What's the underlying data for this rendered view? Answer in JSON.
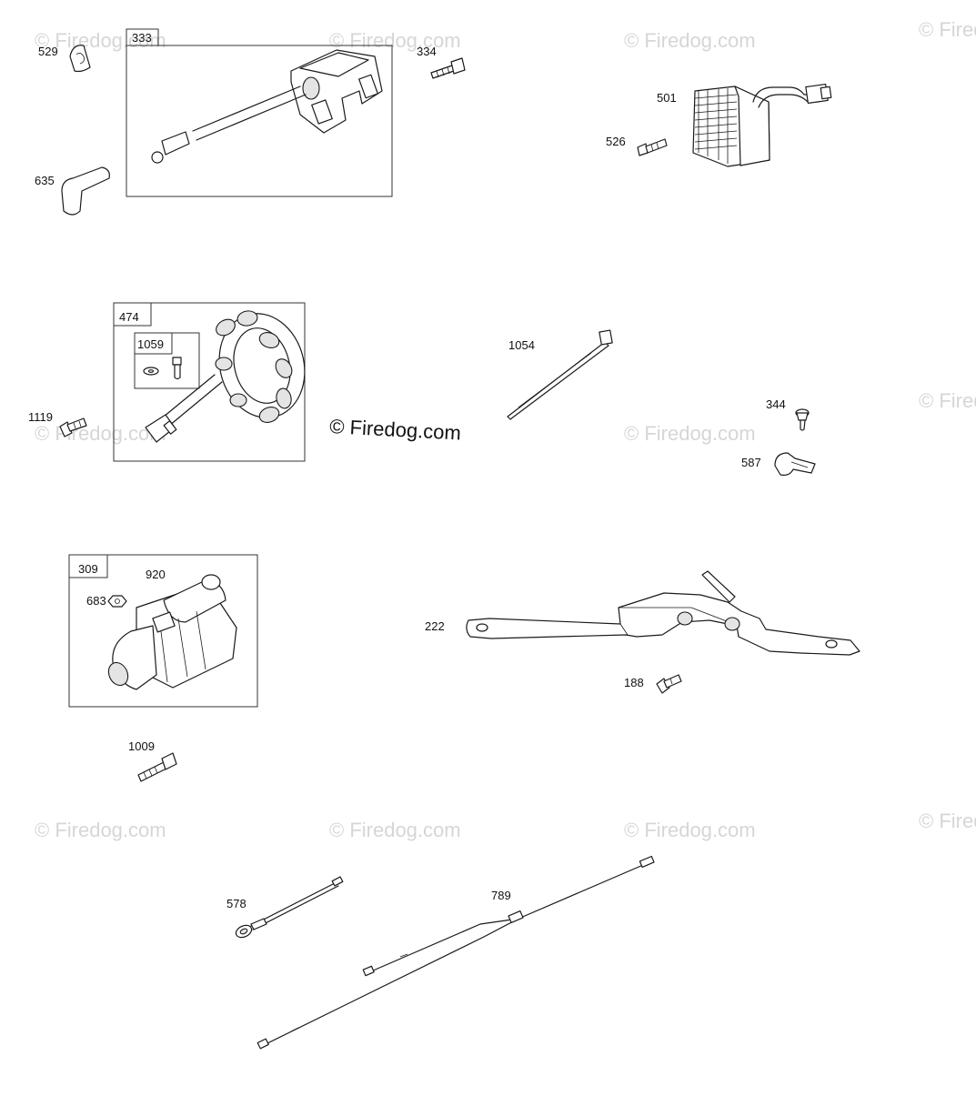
{
  "watermark": {
    "text": "© Firedog.com",
    "center_text": "© Firedog.com"
  },
  "parts": {
    "p333": "333",
    "p529": "529",
    "p334": "334",
    "p635": "635",
    "p501": "501",
    "p526": "526",
    "p474": "474",
    "p1059": "1059",
    "p1119": "1119",
    "p1054": "1054",
    "p344": "344",
    "p587": "587",
    "p309": "309",
    "p920": "920",
    "p683": "683",
    "p222": "222",
    "p188": "188",
    "p1009": "1009",
    "p578": "578",
    "p789": "789"
  },
  "colors": {
    "line": "#1a1a1a",
    "watermark": "#d6d6d6",
    "background": "#ffffff"
  }
}
